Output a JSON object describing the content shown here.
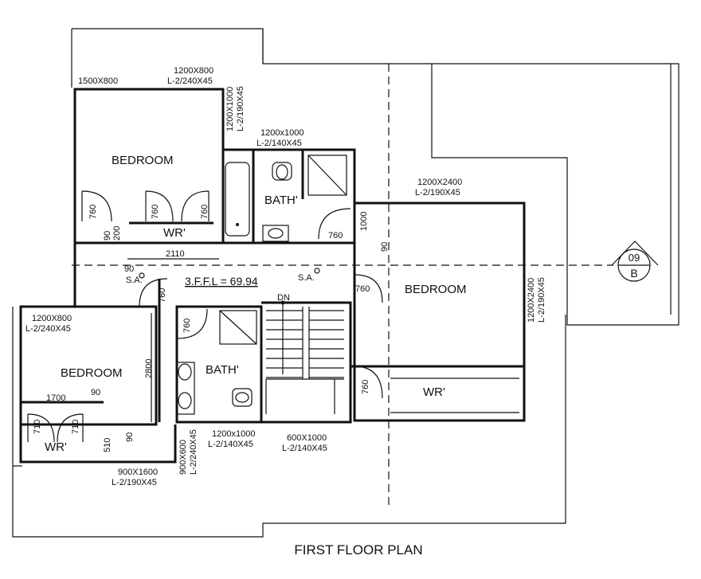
{
  "title": "FIRST FLOOR PLAN",
  "level_label": "3.F.F.L = 69.94",
  "section_marker": {
    "top": "09",
    "bottom": "B"
  },
  "rooms": {
    "bedroom_a": "BEDROOM",
    "bedroom_b": "BEDROOM",
    "bedroom_c": "BEDROOM",
    "bath_a": "BATH'",
    "bath_b": "BATH'",
    "wr_a": "WR'",
    "wr_b": "WR'",
    "wr_c": "WR'"
  },
  "annotations": {
    "sa_1": "S.A.",
    "sa_2": "S.A.",
    "dn": "DN"
  },
  "dims": {
    "d1500": "1500X800",
    "d1200a1": "1200X800",
    "d1200a2": "L-2/240X45",
    "dv1200": "1200X1000",
    "dv1200b": "L-2/190X45",
    "d1200b1": "1200x1000",
    "d1200b2": "L-2/140X45",
    "d2400a": "1200X2400",
    "d2400b": "L-2/190X45",
    "dv2400a": "1200X2400",
    "dv2400b": "L-2/190X45",
    "d760a": "760",
    "d760b": "760",
    "d760c": "760",
    "d760d": "760",
    "d760e": "760",
    "d760f": "760",
    "d760g": "760",
    "d760h": "760",
    "d1000": "1000",
    "d90a": "90",
    "d90b": "90",
    "d90c": "90",
    "d90d": "90",
    "d90e": "90",
    "d200": "200",
    "d2110": "2110",
    "d2800": "2800",
    "d1700": "1700",
    "d710a": "710",
    "d710b": "710",
    "d510": "510",
    "dl1200a": "1200X800",
    "dl1200b": "L-2/240X45",
    "d1200c1": "1200x1000",
    "d1200c2": "L-2/140X45",
    "d600a": "600X1000",
    "d600b": "L-2/140X45",
    "d900a": "900X1600",
    "d900b": "L-2/190X45",
    "dv900a": "900X600",
    "dv900b": "L-2/240X45"
  }
}
